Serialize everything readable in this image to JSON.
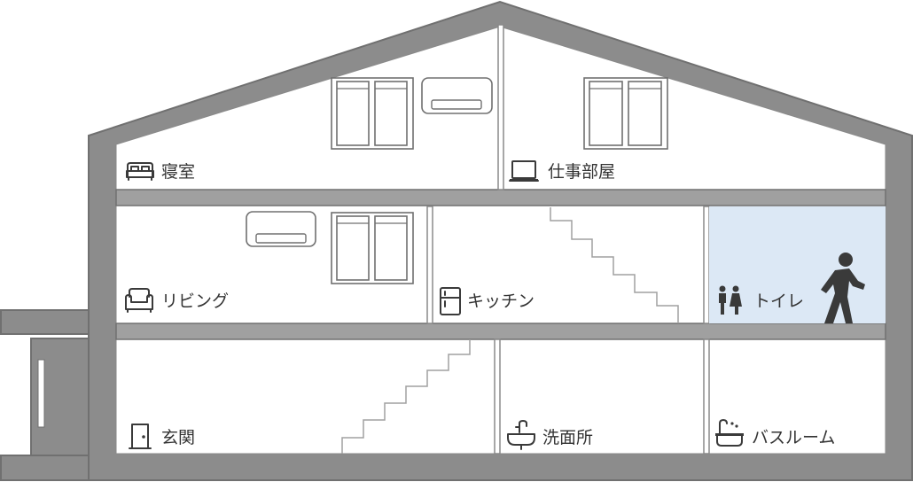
{
  "rooms": {
    "bedroom": {
      "label": "寝室",
      "icon": "bed-icon"
    },
    "study": {
      "label": "仕事部屋",
      "icon": "laptop-icon"
    },
    "living": {
      "label": "リビング",
      "icon": "sofa-icon"
    },
    "kitchen": {
      "label": "キッチン",
      "icon": "refrigerator-icon"
    },
    "toilet": {
      "label": "トイレ",
      "icon": "restroom-icon",
      "highlight_color": "#dce8f5",
      "occupant_icon": "walking-person-icon"
    },
    "entrance": {
      "label": "玄関",
      "icon": "door-icon"
    },
    "washroom": {
      "label": "洗面所",
      "icon": "washbasin-icon"
    },
    "bathroom": {
      "label": "バスルーム",
      "icon": "bathtub-icon"
    }
  },
  "colors": {
    "wall": "#8c8c8c",
    "slab": "#a0a0a0",
    "icon": "#3a3a3a",
    "highlight": "#dce8f5"
  }
}
